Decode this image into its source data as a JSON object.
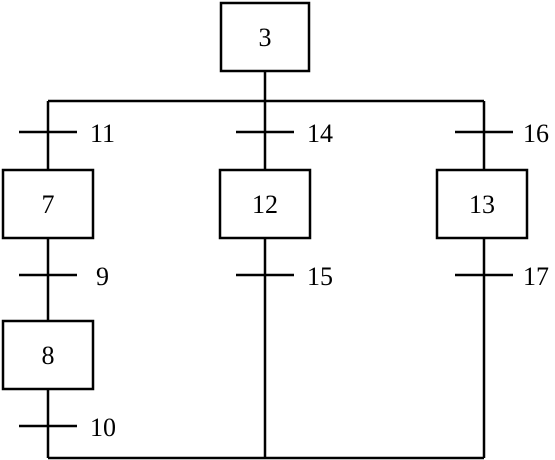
{
  "diagram": {
    "steps": [
      {
        "id": "s3",
        "label": "3"
      },
      {
        "id": "s7",
        "label": "7"
      },
      {
        "id": "s12",
        "label": "12"
      },
      {
        "id": "s13",
        "label": "13"
      },
      {
        "id": "s8",
        "label": "8"
      }
    ],
    "transitions": [
      {
        "id": "t11",
        "label": "11"
      },
      {
        "id": "t14",
        "label": "14"
      },
      {
        "id": "t16",
        "label": "16"
      },
      {
        "id": "t9",
        "label": "9"
      },
      {
        "id": "t15",
        "label": "15"
      },
      {
        "id": "t17",
        "label": "17"
      },
      {
        "id": "t10",
        "label": "10"
      }
    ],
    "colors": {
      "stroke": "#000000",
      "background": "#ffffff"
    }
  }
}
